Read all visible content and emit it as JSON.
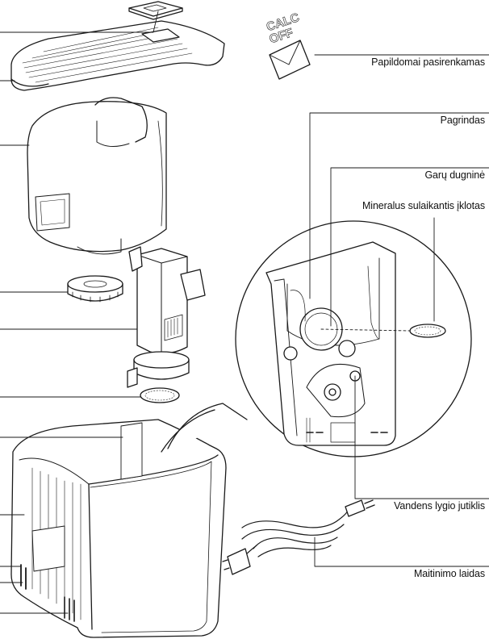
{
  "colors": {
    "line": "#1a1a1a",
    "background": "#ffffff"
  },
  "badge": {
    "line1": "CALC",
    "line2": "OFF"
  },
  "labels": {
    "optional": "Papildomai pasirenkamas",
    "base": "Pagrindas",
    "steam_bottom": "Garų dugninė",
    "mineral_insert": "Mineralus sulaikantis įklotas",
    "water_sensor": "Vandens lygio jutiklis",
    "power_cord": "Maitinimo laidas"
  }
}
